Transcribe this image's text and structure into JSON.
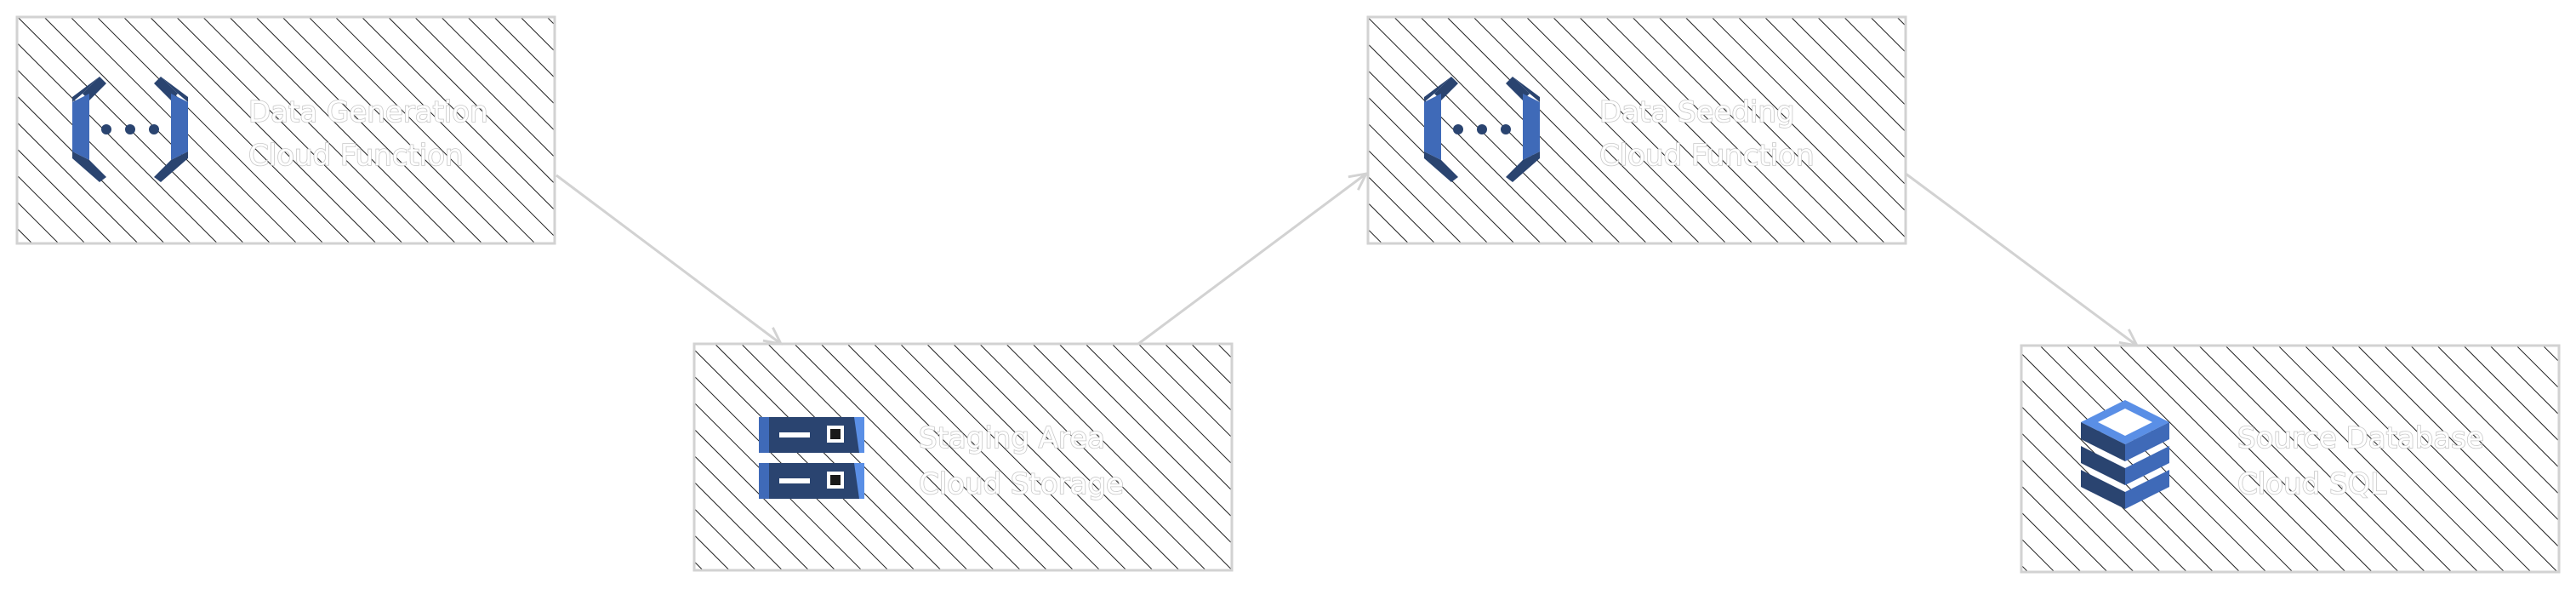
{
  "diagram": {
    "nodes": [
      {
        "id": "data-generation",
        "icon": "cloud-function-icon",
        "title": "Data Generation",
        "subtitle": "Cloud Function"
      },
      {
        "id": "staging-area",
        "icon": "cloud-storage-icon",
        "title": "Staging Area",
        "subtitle": "Cloud Storage"
      },
      {
        "id": "data-seeding",
        "icon": "cloud-function-icon",
        "title": "Data Seeding",
        "subtitle": "Cloud Function"
      },
      {
        "id": "source-database",
        "icon": "cloud-sql-icon",
        "title": "Source Database",
        "subtitle": "Cloud SQL"
      }
    ],
    "edges": [
      {
        "from": "data-generation",
        "to": "staging-area"
      },
      {
        "from": "staging-area",
        "to": "data-seeding"
      },
      {
        "from": "data-seeding",
        "to": "source-database"
      }
    ],
    "colors": {
      "icon_dark": "#2a4470",
      "icon_mid": "#3f6ab8",
      "icon_light": "#5a8fe6",
      "hatch": "#1e1e1e",
      "box_border": "#d2d2d2",
      "label_text": "#ffffff",
      "label_outline": "#c8c8c8",
      "arrow": "#d2d2d2"
    }
  }
}
